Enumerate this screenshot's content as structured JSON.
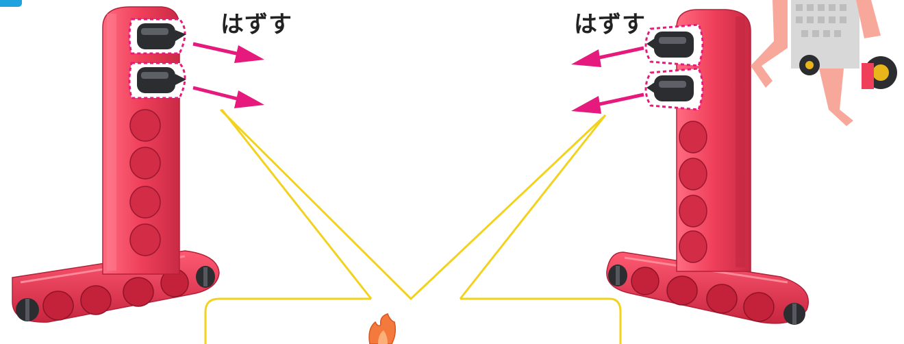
{
  "instruction": {
    "left_label": "はずす",
    "right_label": "はずす"
  },
  "colors": {
    "beam_red": "#ef3f5a",
    "arrow_magenta": "#e6197c",
    "pointer_yellow": "#f2d21c",
    "pin_dark": "#2b2d31",
    "step_marker_blue": "#1fa3de"
  },
  "illustration": {
    "left_part": "vertical-beam-on-horizontal-beam-with-two-pins",
    "right_part": "vertical-beam-on-horizontal-beam-with-two-pins",
    "thumbnail": "robot-thumbnail"
  }
}
